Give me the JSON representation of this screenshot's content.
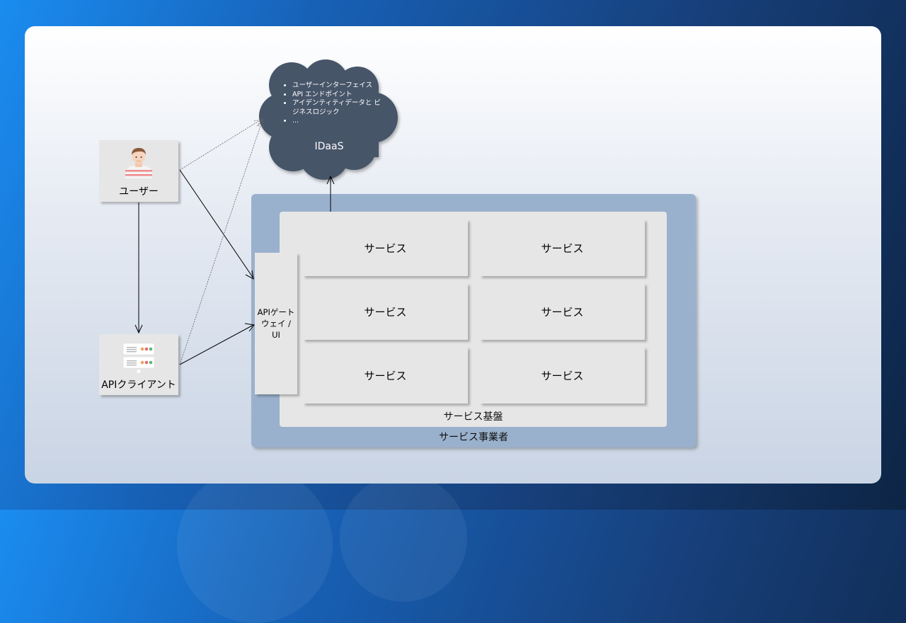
{
  "cloud": {
    "bullets": [
      "ユーザーインターフェイス",
      "API エンドポイント",
      "アイデンティティデータと ビジネスロジック",
      "..."
    ],
    "title": "IDaaS",
    "color": "#475569"
  },
  "user": {
    "label": "ユーザー"
  },
  "api_client": {
    "label": "APIクライアント"
  },
  "provider": {
    "label": "サービス事業者",
    "color": "#9ab1cd"
  },
  "platform": {
    "label": "サービス基盤"
  },
  "gateway": {
    "label": "APIゲートウェイ / UI"
  },
  "services": [
    "サービス",
    "サービス",
    "サービス",
    "サービス",
    "サービス",
    "サービス"
  ]
}
